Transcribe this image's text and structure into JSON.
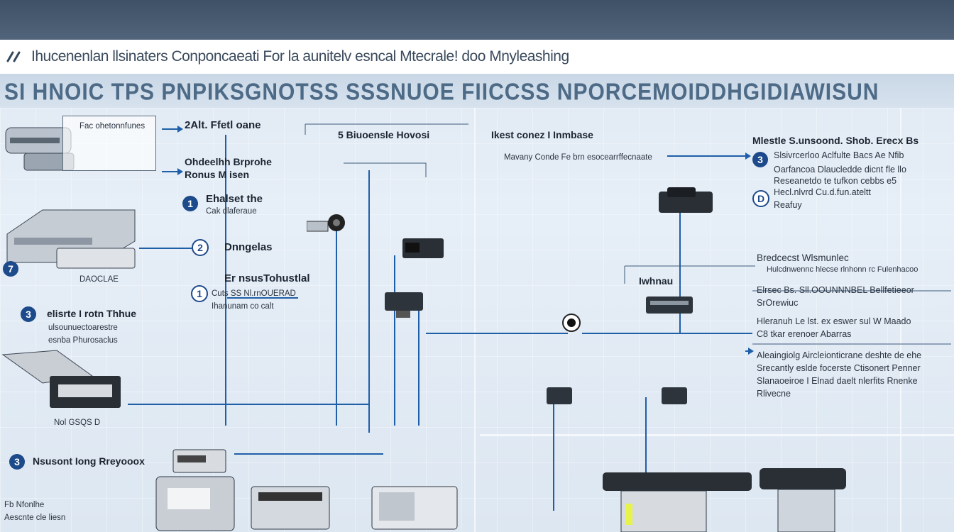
{
  "header": {
    "title": "Ihucenenlan llsinaters Conponcaeati For la aunitelv esncal Mtecrale! doo Mnyleashing"
  },
  "subheader": {
    "title": "SI HNOIC TPS PNPIKSGNOTSS SSSNUOE FIICCSS NPORCEMOIDDHGIDIAWISUN"
  },
  "labels": {
    "l1": "Fac ohetonnfunes",
    "l2": "2Alt. Ffetl oane",
    "l3": "Ohdeelhh Brprohe",
    "l4": "Ronus M isen",
    "l5": "Ehalset the",
    "l6": "Cak dlaferaue",
    "l7": "Dnngelas",
    "l8": "Er nsusTohustlal",
    "l9": "Cuts SS Nl.rnOUERAD",
    "l10": "Ihanunam co calt",
    "l11": "elisrte I rotn Thhue",
    "l12": "ulsounuectoarestre",
    "l13": "esnba Phurosaclus",
    "l14": "DAOCLAE",
    "l15": "Nol GSQS D",
    "l16": "Nsusont Iong Rreyooox",
    "l17": "Fb Nfonlhe",
    "l18": "Aescnte cle liesn",
    "l19": "5 Biuoensle Hovosi",
    "l20": "Ikest conez I Inmbase",
    "l21": "Mavany Conde Fe brn esocearrffecnaate",
    "l22": "Mlestle S.unsoond. Shob. Erecx Bs",
    "l23": "Slsivrcerloo Aclfulte Bacs Ae Nfib",
    "l24": "Oarfancoa Dlaucledde dicnt fle llo",
    "l25": "Reseanetdo te tufkon cebbs e5",
    "l26": "Hecl.nlvrd Cu.d.fun.ateltt",
    "l27": "Reafuy",
    "l28": "Bredcecst Wlsmunlec",
    "l29": "Hulcdnwennc hlecse rlnhonn rc Fulenhacoo",
    "l30": "Iwhnau",
    "l31": "Elrsec Bs. Sll.OOUNNNBEL Bellfetieeor",
    "l32": "SrOrewiuc",
    "l33": "Hleranuh Le lst. ex eswer sul W Maado",
    "l34": "C8 tkar erenoer Abarras",
    "l35": "Aleaingiolg Aircleionticrane deshte de ehe",
    "l36": "Srecantly eslde focerste Ctisonert Penner",
    "l37": "Slanaoeiroe I Elnad daelt nlerfits Rnenke",
    "l38": "Rlivecne"
  },
  "badges": {
    "b1": "1",
    "b2": "2",
    "b3": "1",
    "b4": "7",
    "b5": "3",
    "b6": "3",
    "b7": "3",
    "b8": "D"
  },
  "colors": {
    "wire": "#1f5fa8",
    "badge": "#1d4a8a",
    "header": "#4a5b70"
  }
}
